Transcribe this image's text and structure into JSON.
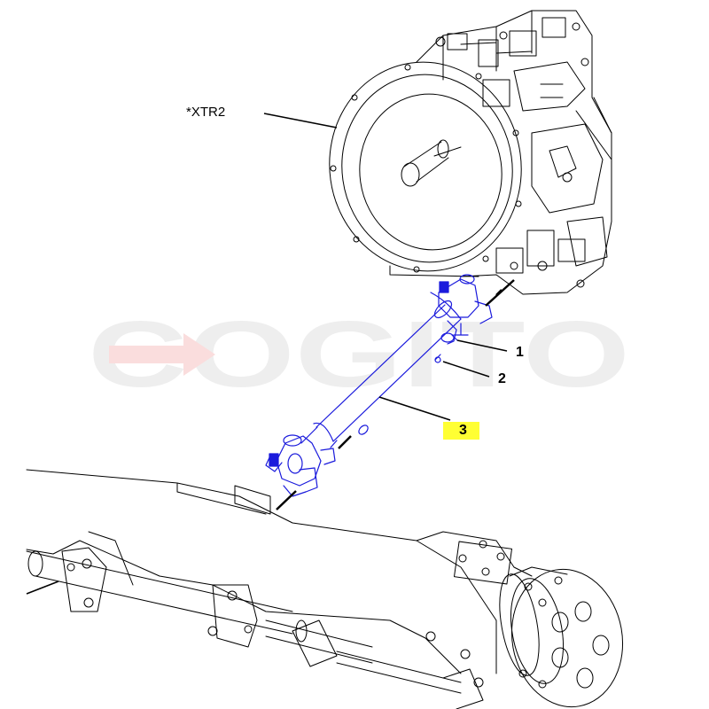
{
  "diagram": {
    "callouts": [
      {
        "id": "xtr2",
        "label": "*XTR2",
        "highlighted": false
      },
      {
        "id": "part-1",
        "label": "1",
        "highlighted": false
      },
      {
        "id": "part-2",
        "label": "2",
        "highlighted": false
      },
      {
        "id": "part-3",
        "label": "3",
        "highlighted": true
      }
    ],
    "watermark": {
      "text": "COGITO"
    },
    "colors": {
      "linework": "#000000",
      "selected_part": "#1a1adc",
      "highlight": "#ffff33",
      "watermark": "#9a9a9a",
      "watermark_arrow": "#e23030"
    }
  }
}
